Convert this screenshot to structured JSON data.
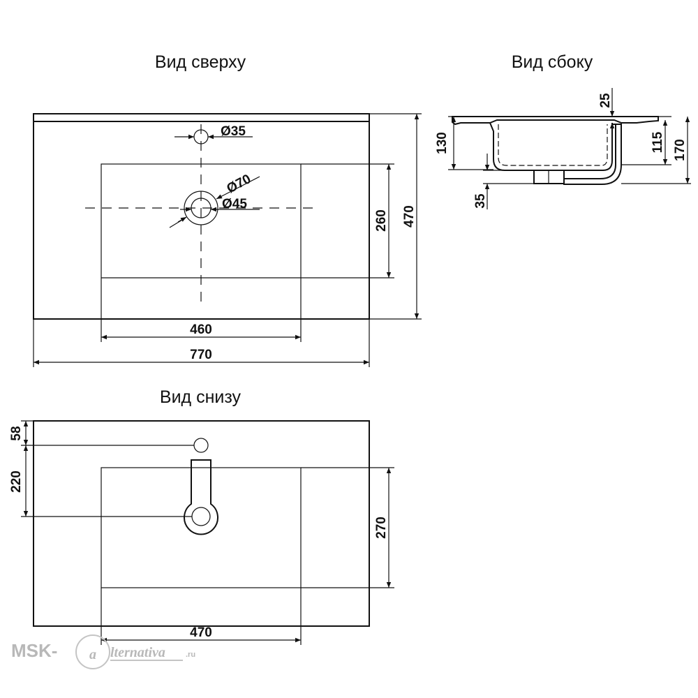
{
  "views": {
    "top": {
      "title": "Вид сверху"
    },
    "side": {
      "title": "Вид сбоку"
    },
    "bottom": {
      "title": "Вид снизу"
    }
  },
  "dimensions": {
    "top": {
      "faucet_hole": "Ø35",
      "outer_drain": "Ø70",
      "inner_drain": "Ø45",
      "bowl_width": "460",
      "total_width": "770",
      "bowl_depth": "260",
      "total_depth": "470"
    },
    "side": {
      "rim": "25",
      "bowl_height": "130",
      "drain_height": "35",
      "overflow_height": "115",
      "total_height": "170"
    },
    "bottom": {
      "faucet_offset": "58",
      "drain_offset": "220",
      "bowl_width": "470",
      "bowl_depth": "270"
    }
  },
  "watermark": {
    "left": "MSK-",
    "mark": "a",
    "right": "lternativa",
    "suffix": ".ru"
  }
}
